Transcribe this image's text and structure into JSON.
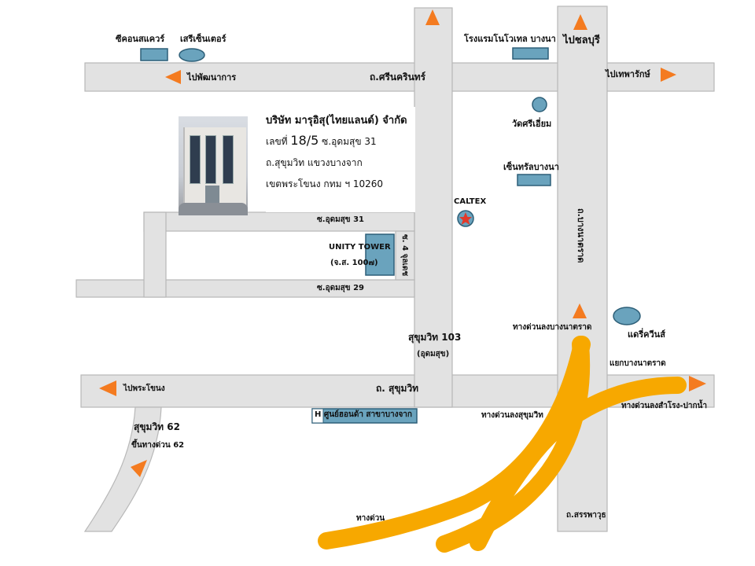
{
  "company": {
    "name": "บริษัท มารุอิสุ(ไทยแลนด์) จำกัด",
    "line1_prefix": "เลขที่",
    "line1_number": "18/5",
    "line1_suffix": "ซ.อุดมสุข 31",
    "line2": "ถ.สุขุมวิท แขวงบางจาก",
    "line3": "เขตพระโขนง กทม ฯ 10260"
  },
  "labels": {
    "seacon_square": "ซีคอนสแควร์",
    "seri_center": "เสรีเซ็นเตอร์",
    "to_pattanakarn": "ไปพัฒนาการ",
    "srinakarin_rd": "ถ.ศรีนครินทร์",
    "novotel": "โรงแรมโนโวเทล บางนา",
    "to_chonburi": "ไปชลบุรี",
    "to_theparak": "ไปเทพารักษ์",
    "wat_sri_iam": "วัดศรีเอี่ยม",
    "central_bangna": "เซ็นทรัลบางนา",
    "caltex": "CALTEX",
    "bangna_trad_rd": "ถ.บางนาตราด",
    "soi_udomsuk_31": "ซ.อุดมสุข 31",
    "unity_tower": "UNITY TOWER",
    "unity_tower_sub": "(จ.ส. 100๗)",
    "soi_4_vertical": "ซ. 4 จุลเดช",
    "soi_udomsuk_29": "ซ.อุดมสุข 29",
    "expressway_bangna": "ทางด่วนลงบางนาตราด",
    "dairy_queen": "แดรี่ควีนส์",
    "sukhumvit_103": "สุขุมวิท 103",
    "udomsuk": "(อุดมสุข)",
    "bangna_trad_junction": "แยกบางนาตราด",
    "to_phra_khanong": "ไปพระโขนง",
    "sukhumvit_rd": "ถ. สุขุมวิท",
    "exit_samrong": "ทางด่วนลงสำโรง-ปากน้ำ",
    "honda_center": "H ศูนย์ฮอนด้า  สาขาบางจาก",
    "exit_sukhumvit": "ทางด่วนลงสุขุมวิท",
    "sukhumvit_62": "สุขุมวิท 62",
    "up_expressway_62": "ขึ้นทางด่วน 62",
    "expressway": "ทางด่วน",
    "sanphawut_rd": "ถ.สรรพาวุธ"
  },
  "colors": {
    "road": "#e2e2e2",
    "road_edge": "#b8b8b8",
    "arrow": "#f47b20",
    "expressway": "#f7a800",
    "building": "#6aa3bd",
    "building_edge": "#2d5f78",
    "caltex_red": "#e23a2a"
  }
}
